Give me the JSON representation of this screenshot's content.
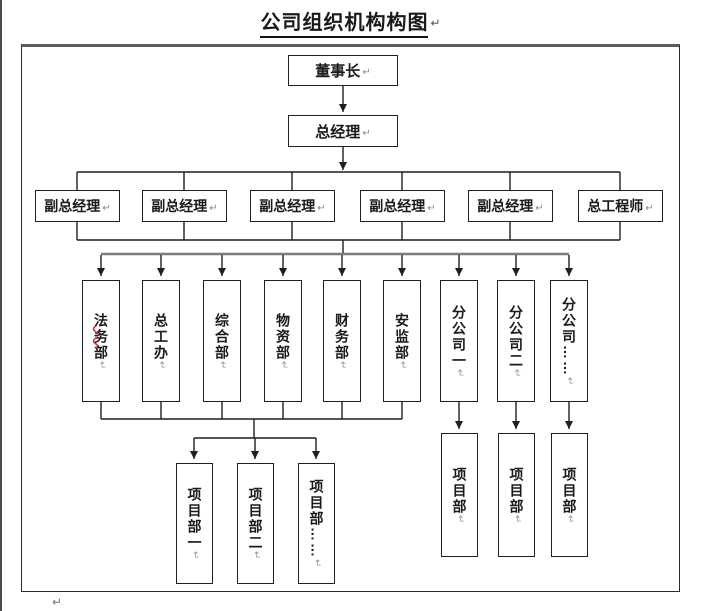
{
  "title": {
    "text": "公司组织机构构图",
    "mark": "↵"
  },
  "marks": {
    "return": "↵",
    "footer_return": "↵"
  },
  "colors": {
    "line": "#1f1f1f",
    "distribution_bus": "#7d7d7d",
    "spellcheck_underline": "#d03030",
    "border": "#2b2b2b"
  },
  "org": {
    "chairman": {
      "label": "董事长"
    },
    "general_manager": {
      "label": "总经理"
    },
    "executives": [
      {
        "label": "副总经理"
      },
      {
        "label": "副总经理"
      },
      {
        "label": "副总经理"
      },
      {
        "label": "副总经理"
      },
      {
        "label": "副总经理"
      },
      {
        "label": "总工程师"
      }
    ],
    "departments": [
      {
        "label": "法务部",
        "spellcheck": true
      },
      {
        "label": "总工办"
      },
      {
        "label": "综合部"
      },
      {
        "label": "物资部"
      },
      {
        "label": "财务部"
      },
      {
        "label": "安监部"
      },
      {
        "label": "分公司一"
      },
      {
        "label": "分公司二"
      },
      {
        "label": "分公司……"
      }
    ],
    "project_depts_left": [
      {
        "label": "项目部一"
      },
      {
        "label": "项目部二"
      },
      {
        "label": "项目部……"
      }
    ],
    "project_depts_right": [
      {
        "label": "项目部"
      },
      {
        "label": "项目部"
      },
      {
        "label": "项目部"
      }
    ]
  }
}
